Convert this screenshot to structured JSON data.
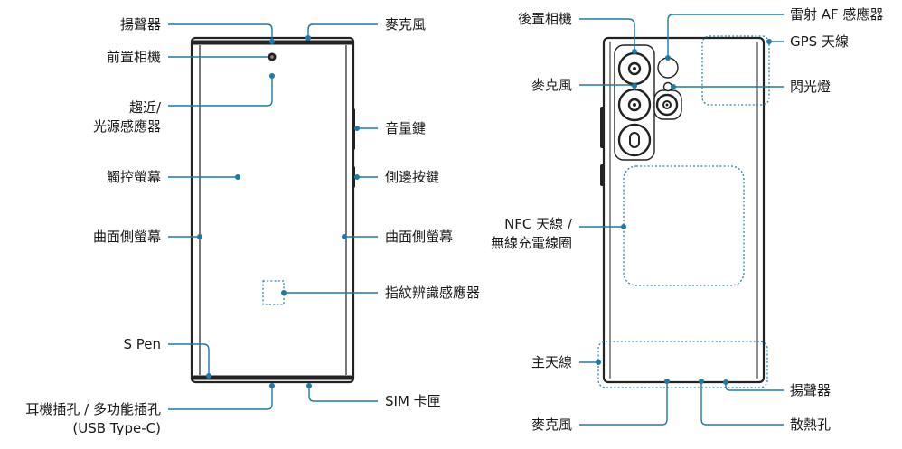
{
  "front": {
    "speaker": "揚聲器",
    "front_camera": "前置相機",
    "proximity_line1": "趨近/",
    "proximity_line2": "光源感應器",
    "touchscreen": "觸控螢幕",
    "edge_left": "曲面側螢幕",
    "s_pen": "S Pen",
    "earphone_line1": "耳機插孔 / 多功能插孔",
    "earphone_line2": "(USB Type-C)",
    "microphone_top": "麥克風",
    "volume_key": "音量鍵",
    "side_key": "側邊按鍵",
    "edge_right": "曲面側螢幕",
    "fingerprint": "指紋辨識感應器",
    "sim_tray": "SIM 卡匣"
  },
  "back": {
    "rear_camera": "後置相機",
    "microphone_top": "麥克風",
    "nfc_line1": "NFC 天線 /",
    "nfc_line2": "無線充電線圈",
    "main_antenna": "主天線",
    "microphone_bottom": "麥克風",
    "laser_af": "雷射 AF 感應器",
    "gps_antenna": "GPS 天線",
    "flash": "閃光燈",
    "speaker": "揚聲器",
    "vent": "散熱孔"
  }
}
